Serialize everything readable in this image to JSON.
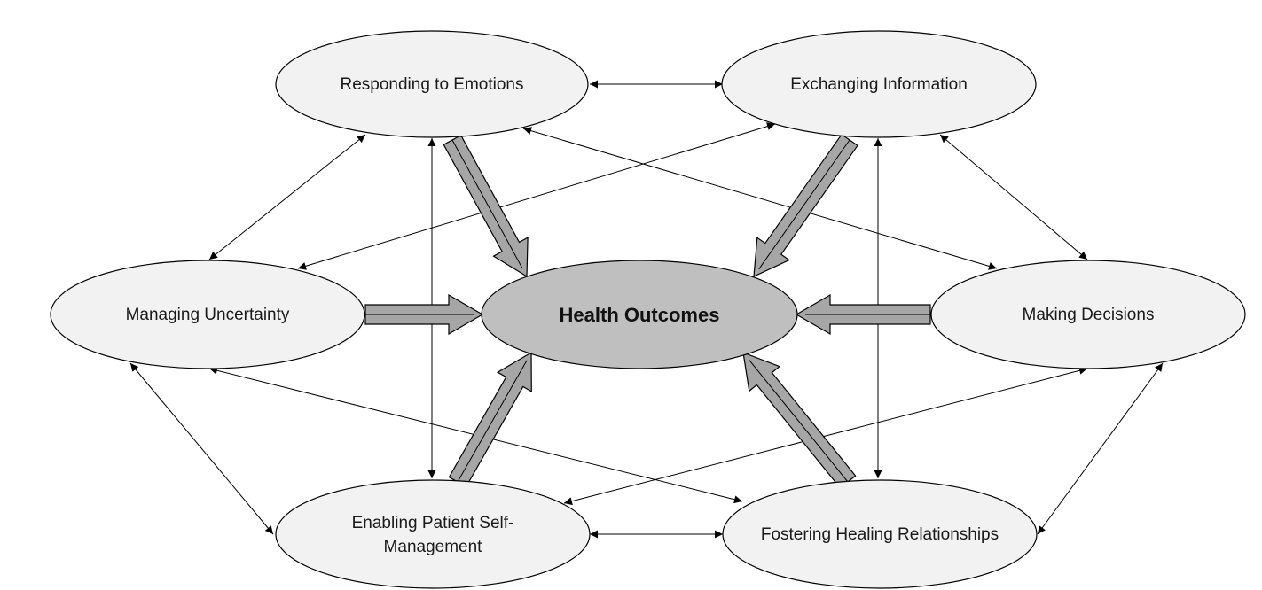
{
  "center": {
    "label": "Health Outcomes",
    "fill": "#bfbfbf"
  },
  "nodes": {
    "responding": {
      "lines": [
        "Responding to Emotions"
      ]
    },
    "exchanging": {
      "lines": [
        "Exchanging Information"
      ]
    },
    "uncertainty": {
      "lines": [
        "Managing Uncertainty"
      ]
    },
    "decisions": {
      "lines": [
        "Making Decisions"
      ]
    },
    "selfmgmt": {
      "lines": [
        "Enabling Patient Self-",
        "Management"
      ]
    },
    "healing": {
      "lines": [
        "Fostering Healing Relationships"
      ]
    }
  },
  "colors": {
    "node_fill": "#f2f2f2",
    "block_arrow_fill": "#a6a6a6",
    "stroke": "#000000"
  }
}
